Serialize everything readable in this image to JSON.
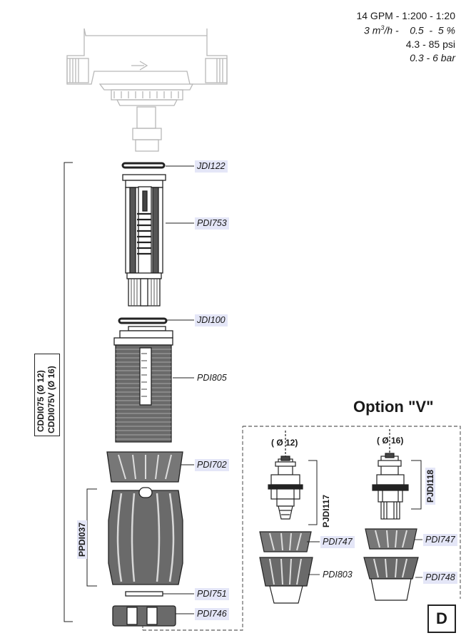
{
  "specs": {
    "line1": "14 GPM - 1:200 - 1:20",
    "line2_flow": "3 m",
    "line2_sup": "3",
    "line2_rest": "/h -    0.5  -  5 %",
    "line3": "4.3  - 85 psi",
    "line4": "0.3  -   6 bar"
  },
  "parts": {
    "jdi122": "JDI122",
    "pdi753": "PDI753",
    "jdi100": "JDI100",
    "pdi805": "PDI805",
    "pdi702": "PDI702",
    "pdi751": "PDI751",
    "pdi746": "PDI746",
    "pdi747_a": "PDI747",
    "pdi803": "PDI803",
    "pdi747_b": "PDI747",
    "pdi748": "PDI748"
  },
  "groups": {
    "main_line1": "CDDI075 (Ø 12)",
    "main_line2": "CDDI075V (Ø 16)",
    "ppdi037": "PPDI037",
    "pjdi117": "PJDI117",
    "pjdi118": "PJDI118"
  },
  "option": {
    "title": "Option \"V\"",
    "dia12": "( Ø 12)",
    "dia16": "( Ø 16)"
  },
  "page_letter": "D"
}
